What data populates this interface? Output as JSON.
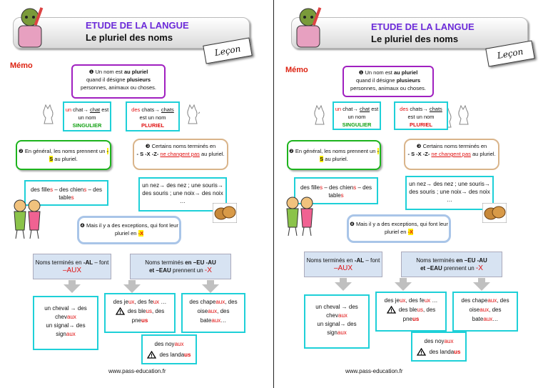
{
  "header": {
    "title": "ETUDE DE LA LANGUE",
    "subtitle": "Le pluriel des noms",
    "tag": "Leçon"
  },
  "memo": "Mémo",
  "rule1": {
    "num": "❶",
    "pre": "Un nom est ",
    "b1": "au pluriel",
    "mid": " quand il désigne ",
    "b2": "plusieurs",
    "post": " personnes, animaux ou choses."
  },
  "singular": {
    "art": "un",
    "mid": " chat",
    "arrow": "→",
    "word": "chat",
    "post": " est un nom",
    "tag": "SINGULIER"
  },
  "plural": {
    "art": "des",
    "mid": " chats",
    "arrow": "→",
    "word": "chats",
    "post": " est un nom",
    "tag": "PLURIEL"
  },
  "rule2": {
    "num": "❷",
    "pre": "En général, les noms prennent un ",
    "mark": "-S",
    "post": " au pluriel."
  },
  "ex2": {
    "a1": "des fille",
    "s1": "s",
    "sep": " – des chien",
    "s2": "s",
    "sep2": " – des table",
    "s3": "s"
  },
  "rule3": {
    "num": "❸",
    "pre": "Certains noms terminés en",
    "letters": "- S -X -Z-",
    "red": "ne changent pas",
    "post": " au pluriel."
  },
  "ex3": {
    "t1": "un nez",
    "a": "→",
    "t2": " des nez ; une souris",
    "t3": " des souris ; une noix",
    "t4": " des noix …"
  },
  "rule4": {
    "num": "❹",
    "pre": "Mais il y a des exceptions, qui font leur pluriel en ",
    "mark": "-X"
  },
  "al": {
    "pre": "Noms terminés en ",
    "b": "-AL",
    "mid": " – font ",
    "red": "–AUX"
  },
  "eu": {
    "pre": "Noms  terminés ",
    "b1": "en –EU -AU",
    "mid": "et –EAU",
    "mid2": " prennent un ",
    "red": "-X"
  },
  "cheval": {
    "l1": "un cheval → des",
    "l2a": "chev",
    "l2b": "aux",
    "l3": "un signal→ des",
    "l4a": "sign",
    "l4b": "aux"
  },
  "jeux": {
    "l1a": "des je",
    "l1b": "ux",
    "l1c": ", des fe",
    "l1d": "ux",
    "l1e": " …",
    "l2a": "des ble",
    "l2b": "us",
    "l2c": ", des",
    "l3a": "pne",
    "l3b": "us"
  },
  "chapeaux": {
    "l1a": "des chape",
    "l1b": "aux",
    "l1c": ", des",
    "l2a": "oise",
    "l2b": "aux",
    "l2c": ", des",
    "l3a": "bate",
    "l3b": "aux",
    "l3c": "…"
  },
  "noyaux": {
    "l1a": "des noy",
    "l1b": "aux",
    "l2a": "des landa",
    "l2b": "us"
  },
  "footer": "www.pass-education.fr",
  "colors": {
    "purple": "#a020c0",
    "green": "#1db41d",
    "cyan": "#1ed0d8",
    "red": "#e01010",
    "title": "#6c2bd9"
  }
}
